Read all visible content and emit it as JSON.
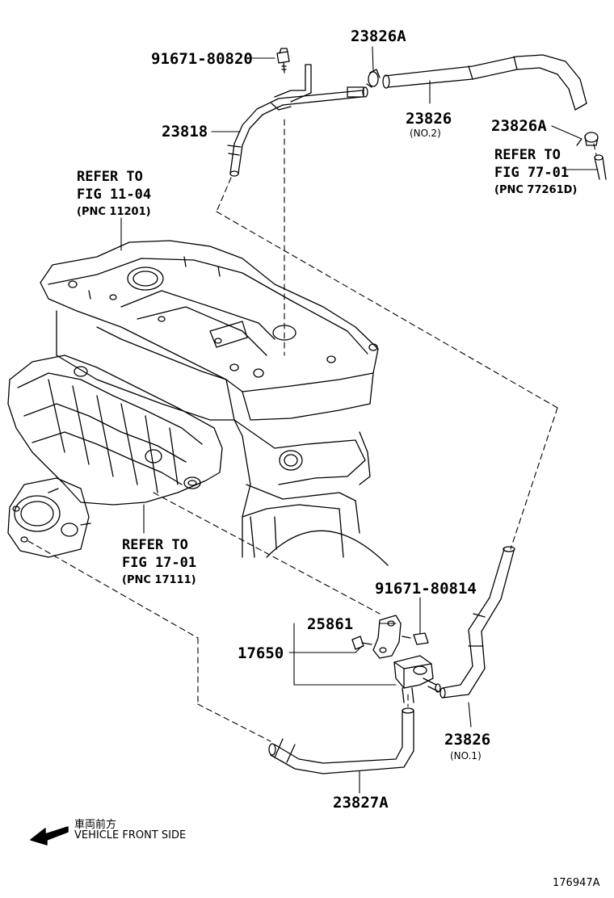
{
  "parts": {
    "bolt_1": "91671-80820",
    "clamp_a_top": "23826A",
    "pipe_23818": "23818",
    "hose_no2": "23826",
    "hose_no2_note": "(NO.2)",
    "clamp_a_right": "23826A",
    "bolt_2": "91671-80814",
    "bracket": "25861",
    "vsv": "17650",
    "hose_no1": "23826",
    "hose_no1_note": "(NO.1)",
    "hose_23827a": "23827A"
  },
  "references": {
    "ref_1": {
      "line1": "REFER TO",
      "line2": "FIG 11-04",
      "line3": "(PNC 11201)"
    },
    "ref_2": {
      "line1": "REFER TO",
      "line2": "FIG 77-01",
      "line3": "(PNC 77261D)"
    },
    "ref_3": {
      "line1": "REFER TO",
      "line2": "FIG 17-01",
      "line3": "(PNC 17111)"
    }
  },
  "front_indicator": {
    "japanese": "車両前方",
    "english": "VEHICLE FRONT SIDE"
  },
  "diagram_id": "176947A"
}
